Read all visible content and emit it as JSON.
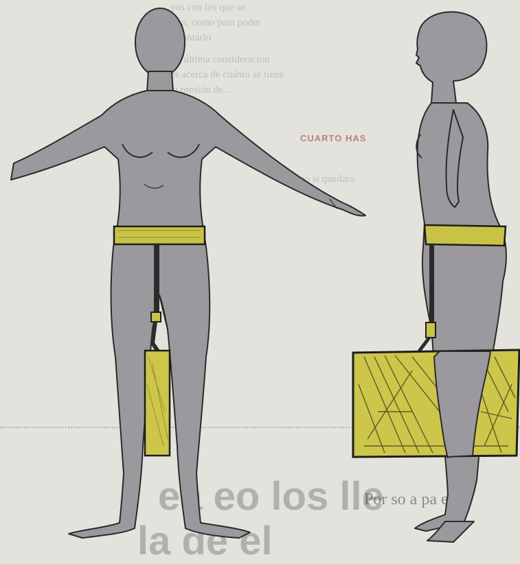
{
  "background": {
    "article_column_left": [
      "yos con los que se",
      "tran, como para poder",
      "afrontarlo",
      "La última consideración",
      "es acerca de cuánto se tiene",
      "la presión de..."
    ],
    "article_column_right": [
      "mo si quedara"
    ],
    "red_heading": "CUARTO HAS",
    "headline_fragment": "ea eo los lle",
    "headline_fragment_2": "la de el",
    "subhead_fragment": "Por so a pa e"
  },
  "colors": {
    "figure_fill": "#9b999d",
    "figure_stroke": "#2a2a2a",
    "belt_fill": "#c9c345",
    "weight_fill": "#ccc64a",
    "paper": "#e4e2dc"
  },
  "icons": [
    "front-figure-illustration",
    "side-figure-illustration",
    "waist-belt-icon",
    "hanging-weight-icon",
    "rectangular-weight-box-icon"
  ]
}
